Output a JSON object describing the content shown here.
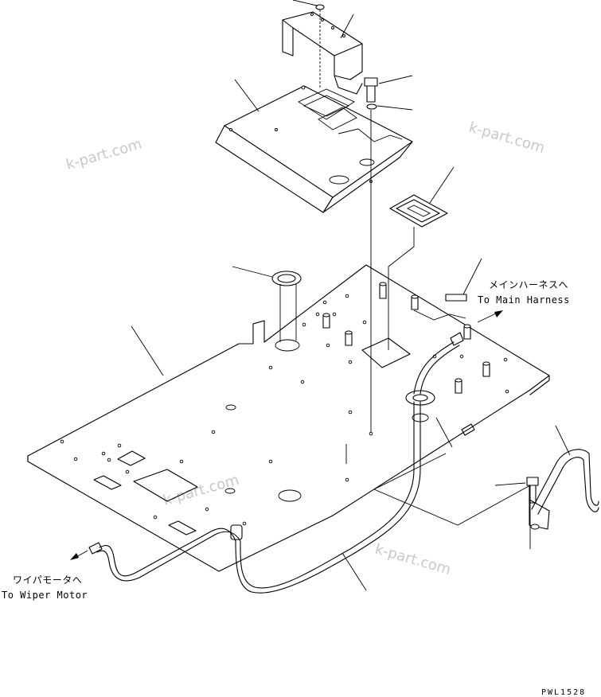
{
  "labels": {
    "main_harness_jp": "メインハーネスへ",
    "main_harness_en": "To Main Harness",
    "wiper_motor_jp": "ワイパモータへ",
    "wiper_motor_en": "To Wiper Motor"
  },
  "watermarks": [
    "k-part.com",
    "k-part.com",
    "k-part.com",
    "k-part.com"
  ],
  "drawing_code": "PWL1528"
}
